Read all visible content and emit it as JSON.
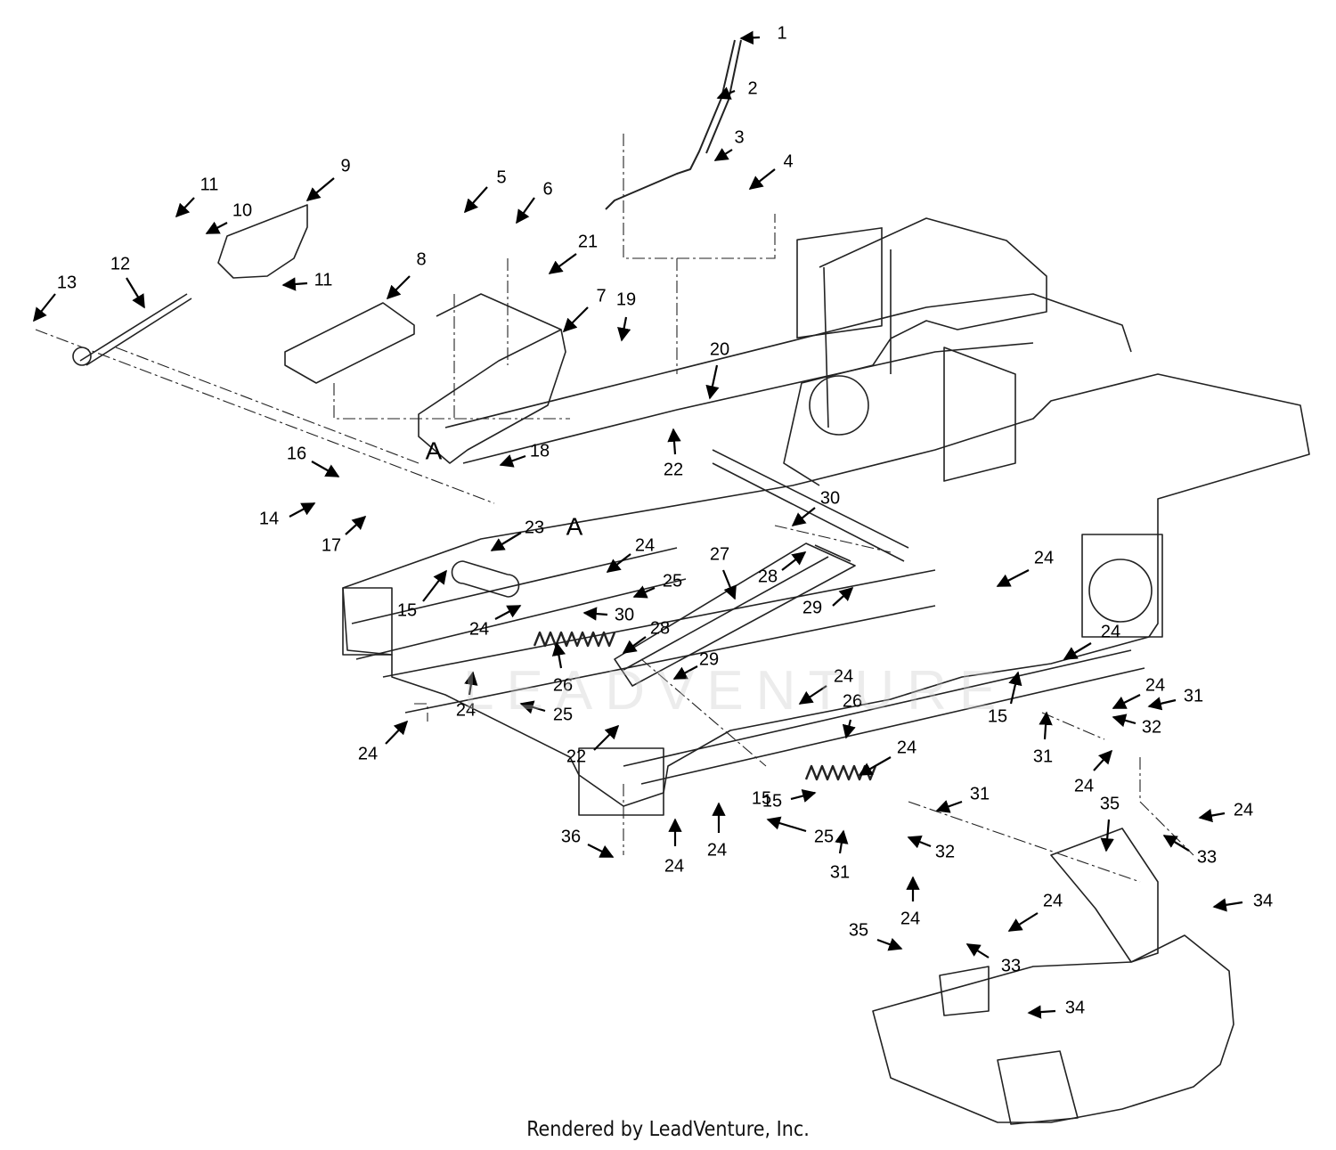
{
  "callouts": [
    {
      "label": "1"
    },
    {
      "label": "2"
    },
    {
      "label": "3"
    },
    {
      "label": "4"
    },
    {
      "label": "5"
    },
    {
      "label": "6"
    },
    {
      "label": "7"
    },
    {
      "label": "8"
    },
    {
      "label": "9"
    },
    {
      "label": "10"
    },
    {
      "label": "11"
    },
    {
      "label": "11"
    },
    {
      "label": "12"
    },
    {
      "label": "13"
    },
    {
      "label": "14"
    },
    {
      "label": "15"
    },
    {
      "label": "15"
    },
    {
      "label": "15"
    },
    {
      "label": "15"
    },
    {
      "label": "16"
    },
    {
      "label": "17"
    },
    {
      "label": "18"
    },
    {
      "label": "19"
    },
    {
      "label": "20"
    },
    {
      "label": "21"
    },
    {
      "label": "22"
    },
    {
      "label": "22"
    },
    {
      "label": "23"
    },
    {
      "label": "24"
    },
    {
      "label": "24"
    },
    {
      "label": "24"
    },
    {
      "label": "24"
    },
    {
      "label": "24"
    },
    {
      "label": "24"
    },
    {
      "label": "24"
    },
    {
      "label": "24"
    },
    {
      "label": "24"
    },
    {
      "label": "24"
    },
    {
      "label": "24"
    },
    {
      "label": "24"
    },
    {
      "label": "24"
    },
    {
      "label": "24"
    },
    {
      "label": "24"
    },
    {
      "label": "25"
    },
    {
      "label": "25"
    },
    {
      "label": "25"
    },
    {
      "label": "26"
    },
    {
      "label": "26"
    },
    {
      "label": "27"
    },
    {
      "label": "28"
    },
    {
      "label": "28"
    },
    {
      "label": "29"
    },
    {
      "label": "29"
    },
    {
      "label": "30"
    },
    {
      "label": "30"
    },
    {
      "label": "31"
    },
    {
      "label": "31"
    },
    {
      "label": "31"
    },
    {
      "label": "31"
    },
    {
      "label": "32"
    },
    {
      "label": "32"
    },
    {
      "label": "33"
    },
    {
      "label": "33"
    },
    {
      "label": "34"
    },
    {
      "label": "34"
    },
    {
      "label": "35"
    },
    {
      "label": "35"
    },
    {
      "label": "36"
    }
  ],
  "section_marks": [
    "A",
    "A"
  ],
  "watermark": "LEADVENTURE",
  "footer": "Rendered by LeadVenture, Inc."
}
